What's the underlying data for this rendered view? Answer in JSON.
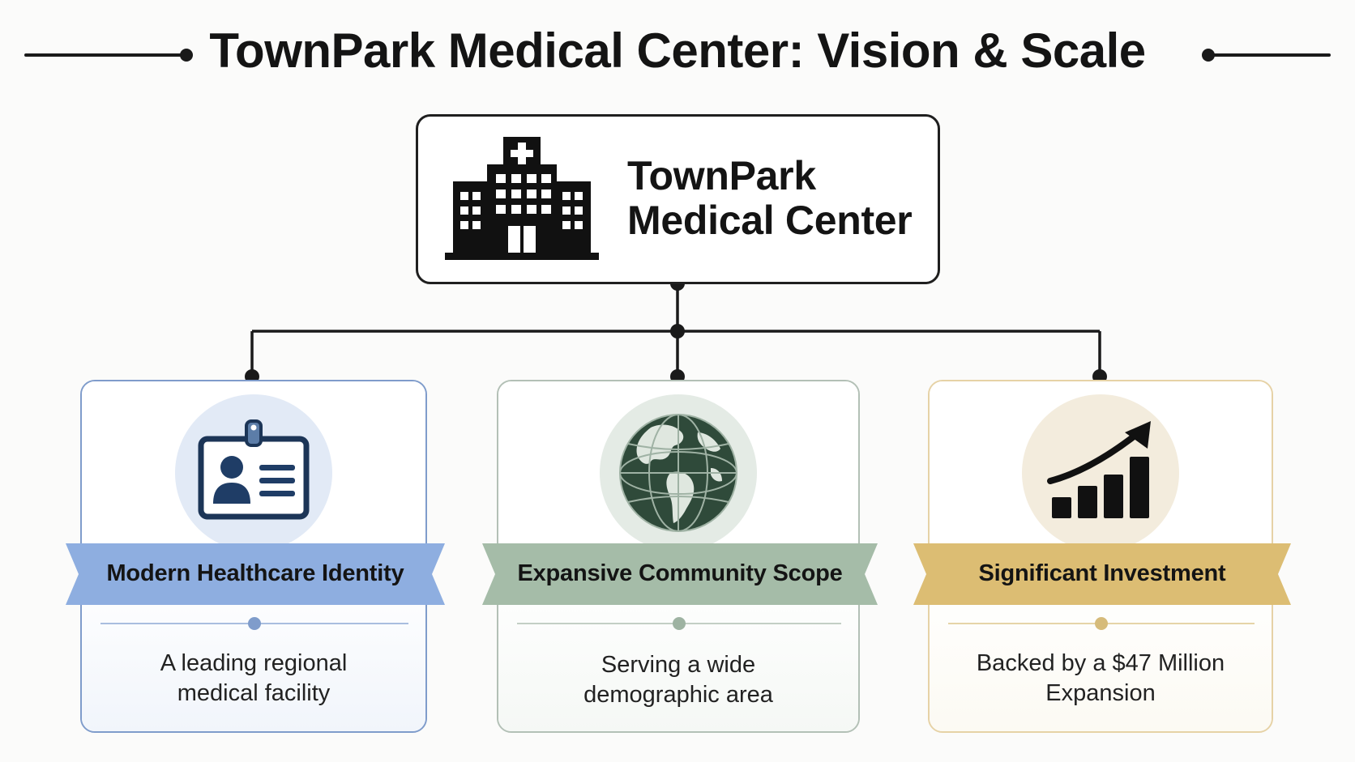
{
  "title": "TownPark Medical Center: Vision & Scale",
  "hub": {
    "icon": "hospital-building-icon",
    "name_line1": "TownPark",
    "name_line2": "Medical Center"
  },
  "cards": [
    {
      "icon": "id-badge-icon",
      "heading": "Modern Healthcare Identity",
      "desc_line1": "A leading regional",
      "desc_line2": "medical facility",
      "accent": "#8eaee0",
      "border": "#7f9ccb",
      "tint": "#f1f5fb",
      "circle": "#e2eaf6"
    },
    {
      "icon": "globe-icon",
      "heading": "Expansive Community Scope",
      "desc_line1": "Serving a wide",
      "desc_line2": "demographic area",
      "accent": "#a5bca8",
      "border": "#b3c0b6",
      "tint": "#f5f8f5",
      "circle": "#e4ebe5"
    },
    {
      "icon": "growth-chart-icon",
      "heading": "Significant Investment",
      "desc_line1": "Backed by a $47 Million",
      "desc_line2": "Expansion",
      "accent": "#dcbd73",
      "border": "#e6d2a6",
      "tint": "#fcfaf3",
      "circle": "#f3ecdd"
    }
  ]
}
